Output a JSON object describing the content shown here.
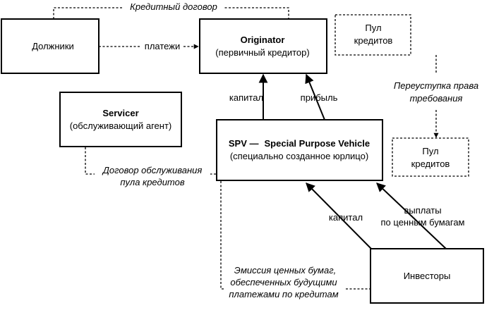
{
  "nodes": {
    "debtors": "Должники",
    "originator_title": "Originator",
    "originator_subtitle": "(первичный кредитор)",
    "pool_top_line1": "Пул",
    "pool_top_line2": "кредитов",
    "servicer_title": "Servicer",
    "servicer_subtitle": "(обслуживающий агент)",
    "spv_prefix": "SPV  —",
    "spv_title": "Special Purpose Vehicle",
    "spv_subtitle": "(специально созданное юрлицо)",
    "pool_bottom_line1": "Пул",
    "pool_bottom_line2": "кредитов",
    "investors": "Инвесторы"
  },
  "labels": {
    "credit_agreement": "Кредитный договор",
    "payments": "платежи",
    "capital_to_originator": "капитал",
    "profit": "прибыль",
    "assignment_line1": "Переуступка права",
    "assignment_line2": "требования",
    "service_agreement_line1": "Договор обслуживания",
    "service_agreement_line2": "пула кредитов",
    "capital_from_investors": "капитал",
    "securities_payments_line1": "выплаты",
    "securities_payments_line2": "по ценным бумагам",
    "emission_line1": "Эмиссия ценных бумаг,",
    "emission_line2": "обеспеченных  будущими",
    "emission_line3": "платежами по кредитам"
  }
}
